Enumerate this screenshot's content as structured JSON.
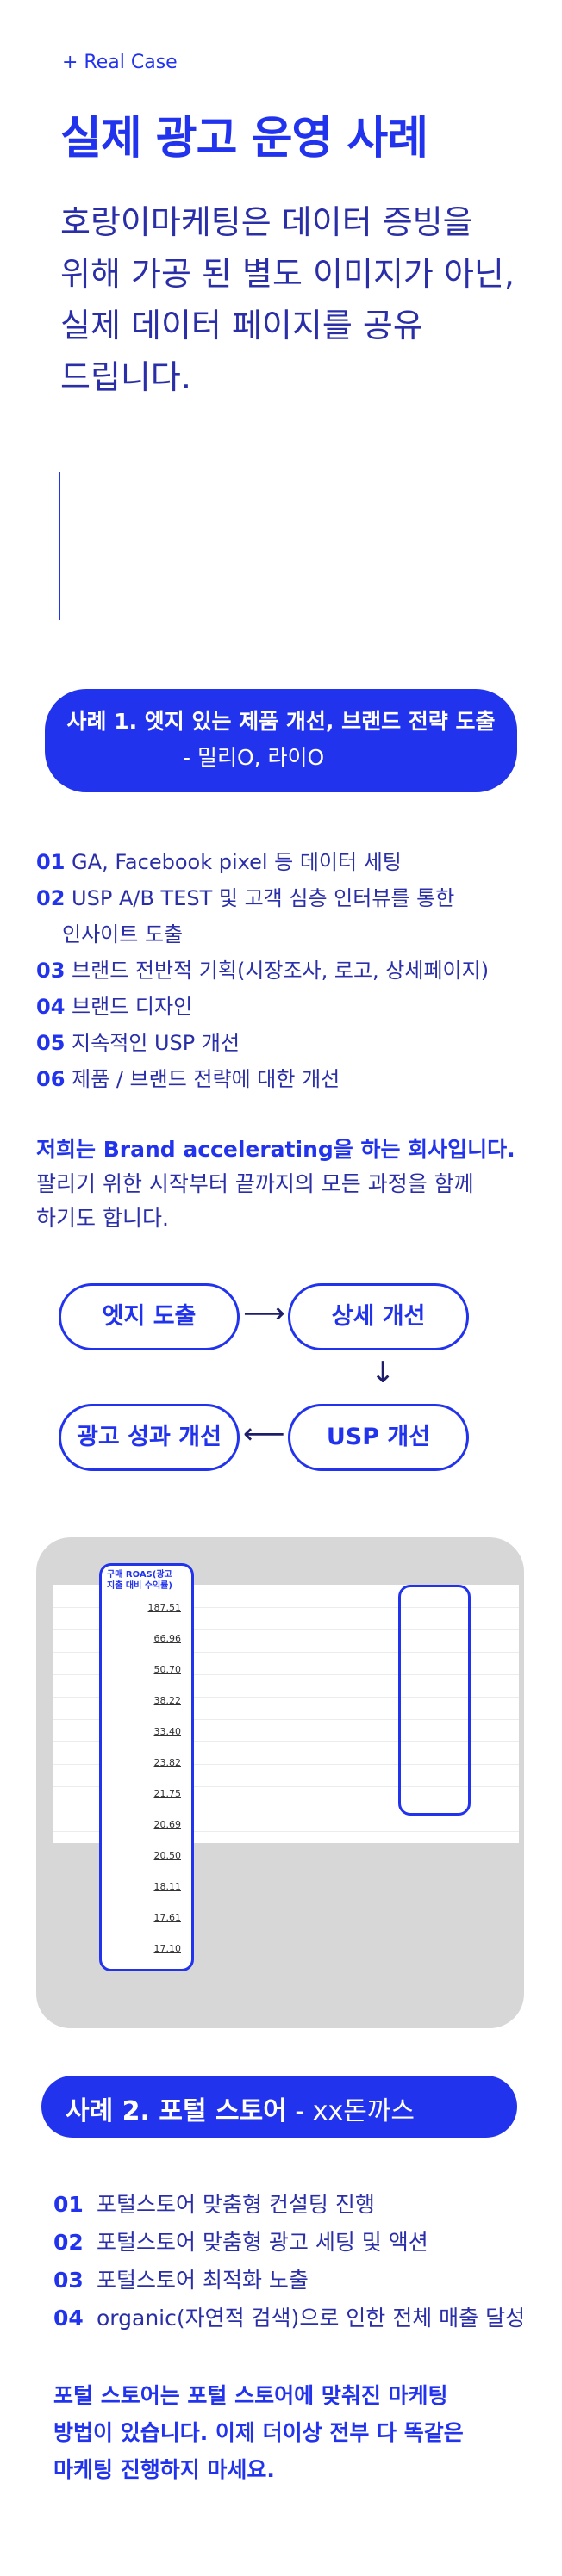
{
  "header": {
    "tag": "+ Real Case",
    "headline": "실제 광고 운영 사례",
    "lead_lines": [
      "호랑이마케팅은 데이터 증빙을",
      "위해 가공 된 별도 이미지가 아닌,",
      "실제 데이터 페이지를  공유",
      "드립니다."
    ]
  },
  "case1": {
    "title": "사례 1. 엣지 있는 제품 개선, 브랜드 전략 도출",
    "subtitle": "- 밀리O, 라이O",
    "items": [
      {
        "num": "01",
        "text": "GA, Facebook pixel 등 데이터 세팅"
      },
      {
        "num": "02",
        "text": "USP A/B TEST 및 고객 심층 인터뷰를 통한"
      },
      {
        "num": "",
        "text": "인사이트 도출"
      },
      {
        "num": "03",
        "text": "브랜드 전반적 기획(시장조사, 로고, 상세페이지)"
      },
      {
        "num": "04",
        "text": "브랜드 디자인"
      },
      {
        "num": "05",
        "text": "지속적인 USP 개선"
      },
      {
        "num": "06",
        "text": "제품 / 브랜드 전략에 대한 개선"
      }
    ],
    "motto_bold": "저희는  Brand accelerating을 하는 회사입니다.",
    "motto_lines": [
      "팔리기 위한 시작부터 끝까지의 모든 과정을 함께",
      "하기도 합니다."
    ]
  },
  "flow": {
    "edge": "엣지 도출",
    "detail": "상세 개선",
    "usp": "USP 개선",
    "ad": "광고 성과 개선"
  },
  "roas": {
    "header": [
      "구매 ROAS(광고",
      "지출 대비 수익률)"
    ],
    "values": [
      "187.51",
      "66.96",
      "50.70",
      "38.22",
      "33.40",
      "23.82",
      "21.75",
      "20.69",
      "20.50",
      "18.11",
      "17.61",
      "17.10"
    ]
  },
  "case2": {
    "title_bold": "사례 2. 포털 스토어",
    "title_rest": " - xx돈까스",
    "items": [
      {
        "num": "01",
        "text": "포털스토어 맞춤형 컨설팅 진행"
      },
      {
        "num": "02",
        "text": "포털스토어 맞춤형 광고 세팅 및 액션"
      },
      {
        "num": "03",
        "text": "포털스토어 최적화 노출"
      },
      {
        "num": "04",
        "text": "organic(자연적 검색)으로 인한 전체 매출 달성"
      }
    ],
    "final_lines": [
      "포털 스토어는 포털 스토어에 맞춰진 마케팅",
      "방법이 있습니다. 이제 더이상 전부 다 똑같은",
      "마케팅 진행하지 마세요."
    ]
  },
  "colors": {
    "accent": "#2233ee",
    "text": "#2a2fa8",
    "panel": "#d7d7d7"
  }
}
